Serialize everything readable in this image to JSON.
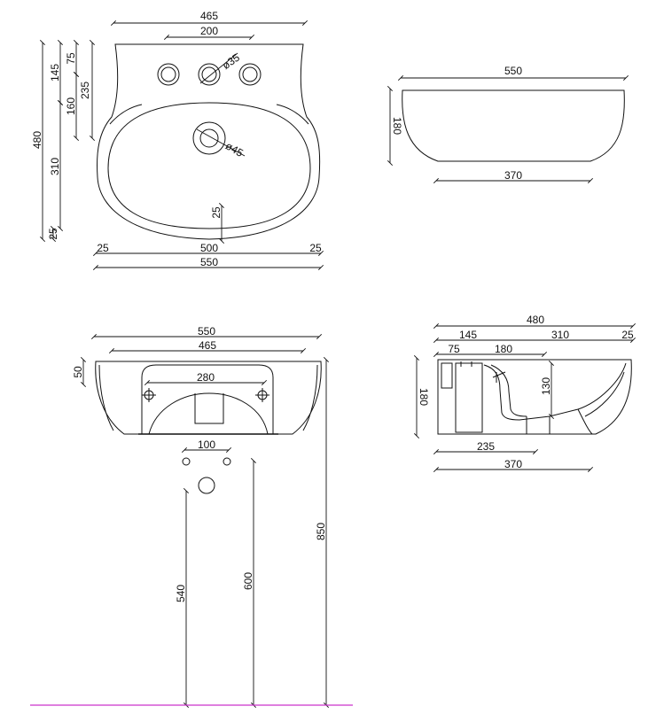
{
  "drawing": {
    "floor_line_color": "#cc33cc",
    "line_color": "#111111",
    "top_view": {
      "width_top": "465",
      "tap_spacing": "200",
      "tap_hole": "ø35",
      "waste_hole": "ø45",
      "depth_total": "480",
      "to_tap_row": "145",
      "tap_row_offset": "75",
      "to_basin_edge": "160",
      "to_waste": "235",
      "basin_depth": "310",
      "front_rim": "25",
      "front_rim_inner": "25",
      "left_rim": "25",
      "basin_width": "500",
      "right_rim": "25",
      "overall_width": "550"
    },
    "front_view_top": {
      "width": "550",
      "height": "180",
      "bottom_width": "370"
    },
    "front_elevation": {
      "overall_width": "550",
      "top_width": "465",
      "rim_height": "50",
      "fixing_spacing": "280",
      "pedestal_hole_spacing": "100",
      "waste_height": "540",
      "fixing_height": "600",
      "rim_height_total": "850"
    },
    "side_section": {
      "overall_depth": "480",
      "back_zone": "145",
      "basin_zone": "310",
      "front_rim": "25",
      "tap_zone": "75",
      "tap_to_basin": "180",
      "height": "180",
      "basin_depth": "130",
      "waste_offset": "235",
      "bottom_depth": "370"
    }
  }
}
